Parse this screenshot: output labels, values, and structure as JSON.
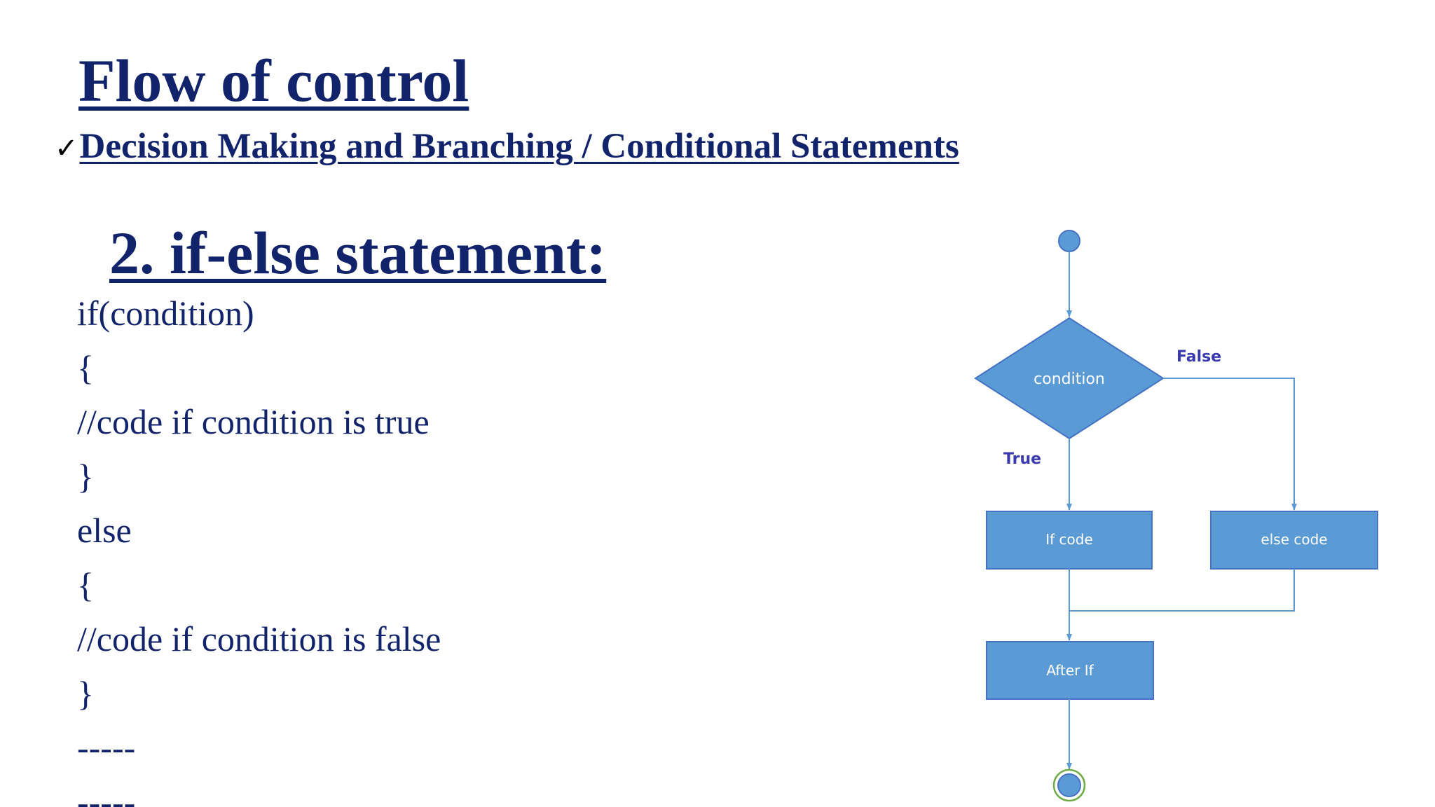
{
  "slide": {
    "title": "Flow of control",
    "subtitle": "Decision Making and Branching / Conditional Statements",
    "check_icon": "checkmark-icon",
    "section_heading": "2. if-else statement:",
    "code_lines": [
      "if(condition)",
      "{",
      "//code if condition is true",
      "}",
      "else",
      "{",
      "//code if condition is false",
      "}",
      "-----",
      "-----"
    ]
  },
  "flowchart": {
    "condition_label": "condition",
    "true_label": "True",
    "false_label": "False",
    "if_box_label": "If code",
    "else_box_label": "else code",
    "after_box_label": "After If",
    "colors": {
      "shape_fill": "#5b9bd5",
      "shape_stroke": "#4472c4",
      "line": "#5b9bd5",
      "branch_label": "#3a3ab0",
      "end_ring": "#70ad47",
      "text_dark": "#11246b"
    }
  }
}
